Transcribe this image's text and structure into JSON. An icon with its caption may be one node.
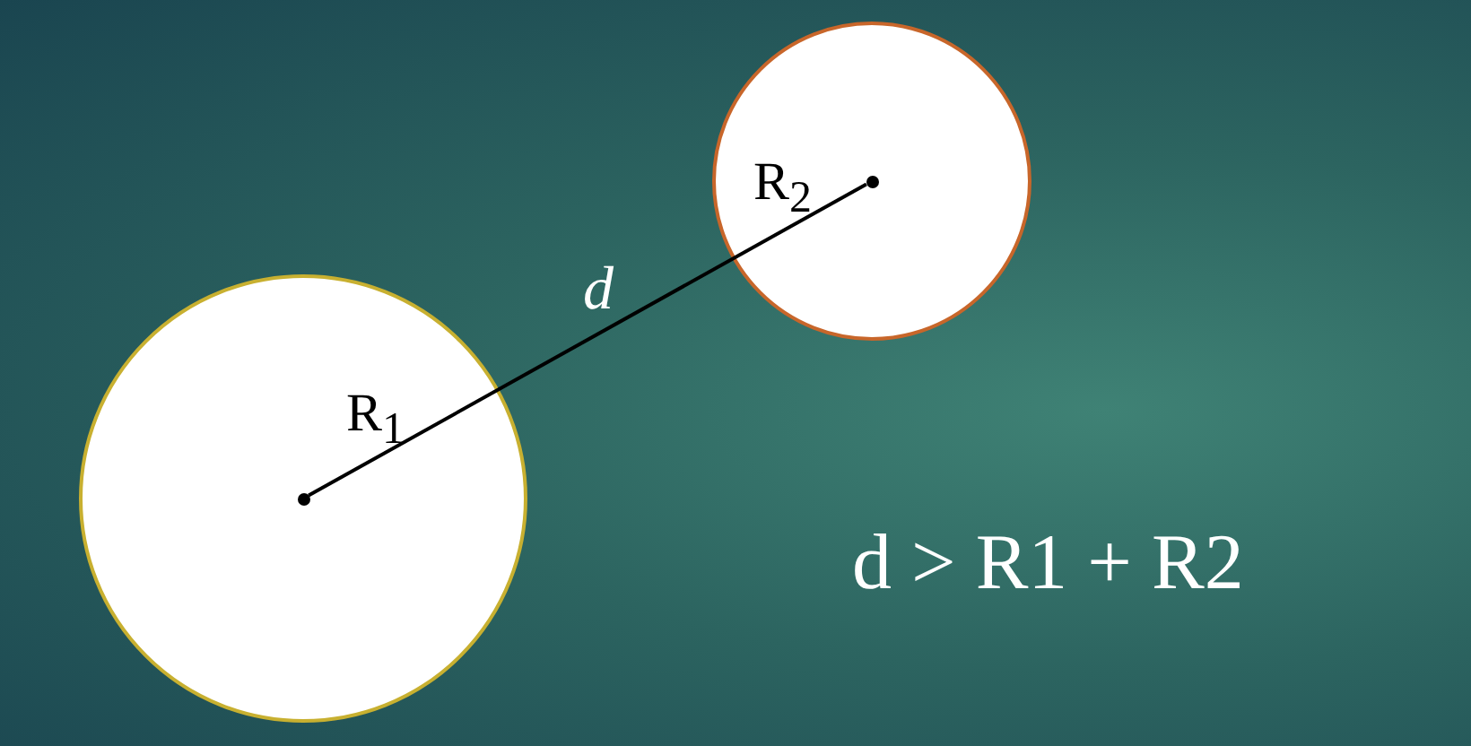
{
  "diagram": {
    "nodes": [
      {
        "text": [
          "R$_{1}$"
        ]
      },
      {
        "text": [
          "R$_{2}$"
        ]
      },
      {
        "text": [],
        "shape": "dot",
        "in": 0
      },
      {
        "text": [],
        "shape": "dot",
        "in": 1
      }
    ],
    "edges": [
      {
        "from": 2,
        "to": 3,
        "arrow": "none",
        "label": "d"
      }
    ],
    "labels": [
      "d > R1 + R2"
    ]
  }
}
